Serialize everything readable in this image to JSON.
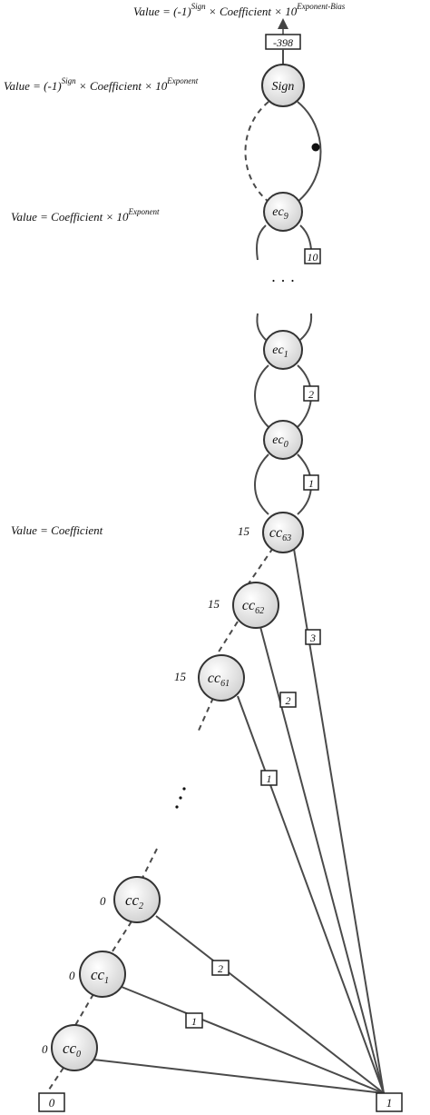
{
  "formulas": {
    "top": {
      "prefix": "Value = (-1)",
      "sup1": "Sign",
      "mid": " × Coefficient × 10",
      "sup2": "Exponent-Bias"
    },
    "exponent": {
      "prefix": "Value = (-1)",
      "sup1": "Sign",
      "mid": " × Coefficient × 10",
      "sup2": "Exponent"
    },
    "coefficient_exp": {
      "prefix": "Value = Coefficient × 10",
      "sup": "Exponent"
    },
    "coefficient": {
      "text": "Value = Coefficient"
    }
  },
  "terminals": {
    "bias": "-398",
    "zero": "0",
    "one": "1"
  },
  "nodes": {
    "sign": {
      "label": "Sign"
    },
    "ec9": {
      "base": "ec",
      "sub": "9"
    },
    "ec1": {
      "base": "ec",
      "sub": "1"
    },
    "ec0": {
      "base": "ec",
      "sub": "0"
    },
    "cc63": {
      "base": "cc",
      "sub": "63",
      "level": "15"
    },
    "cc62": {
      "base": "cc",
      "sub": "62",
      "level": "15"
    },
    "cc61": {
      "base": "cc",
      "sub": "61",
      "level": "15"
    },
    "cc2": {
      "base": "cc",
      "sub": "2",
      "level": "0"
    },
    "cc1": {
      "base": "cc",
      "sub": "1",
      "level": "0"
    },
    "cc0": {
      "base": "cc",
      "sub": "0",
      "level": "0"
    }
  },
  "edge_weights": {
    "ec9_w": "10",
    "ec1_w": "2",
    "ec0_w": "1",
    "cc63_w": "3",
    "cc62_w": "2",
    "cc61_w": "1",
    "cc2_w": "2",
    "cc1_w": "1"
  },
  "ellipses": {
    "exp": "· · ·",
    "coef": "·\n·\n·"
  },
  "colors": {
    "node_light": "#ffffff",
    "node_dark": "#d0d0d0",
    "edge": "#4a4a4a"
  }
}
